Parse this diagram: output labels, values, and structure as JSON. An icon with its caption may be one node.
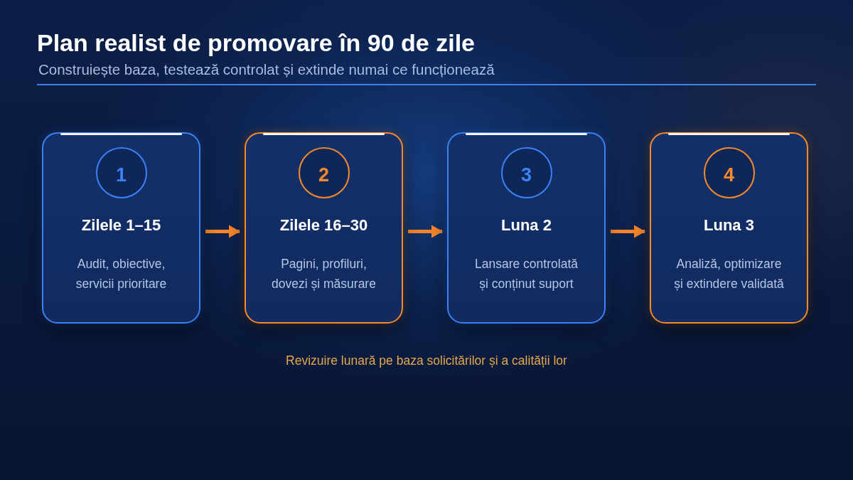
{
  "diagram": {
    "title": "Plan realist de promovare în 90 de zile",
    "nodes": [
      {
        "text": [
          "Zilele 1–15",
          "Audit, obiective, servicii prioritare"
        ]
      },
      {
        "text": [
          "1"
        ],
        "in": 0
      },
      {
        "text": [
          "Zilele 16–30",
          "Pagini, profiluri, dovezi și măsurare"
        ]
      },
      {
        "text": [
          "2"
        ],
        "in": 2
      },
      {
        "text": [
          "Luna 2",
          "Lansare controlată și conținut suport"
        ]
      },
      {
        "text": [
          "3"
        ],
        "in": 4
      },
      {
        "text": [
          "Luna 3",
          "Analiză, optimizare și extindere validată"
        ]
      },
      {
        "text": [
          "4"
        ],
        "in": 6
      }
    ],
    "edges": [
      {
        "from": 0,
        "to": 2,
        "arrow": "to"
      },
      {
        "from": 2,
        "to": 4,
        "arrow": "to"
      },
      {
        "from": 4,
        "to": 6,
        "arrow": "to"
      }
    ],
    "labels": [
      "Construiește baza, testează controlat și extinde numai ce funcționează",
      "Revizuire lunară pe baza solicitărilor și a calității lor"
    ]
  }
}
